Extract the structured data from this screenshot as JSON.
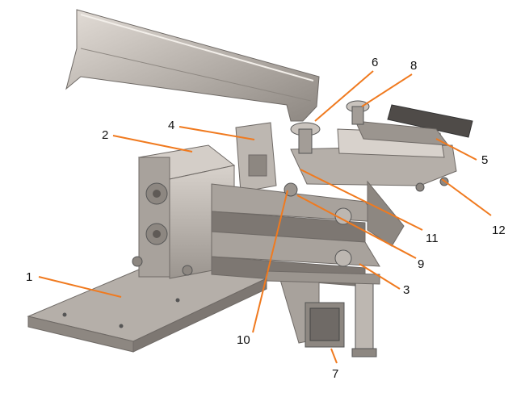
{
  "figure": {
    "kind": "assembly-drawing",
    "leader_color": "#f07a1f",
    "metal_light": "#c9c3bd",
    "metal_mid": "#a39d97",
    "metal_dark": "#6f6a66",
    "callouts": [
      {
        "id": "1",
        "label": "1"
      },
      {
        "id": "2",
        "label": "2"
      },
      {
        "id": "3",
        "label": "3"
      },
      {
        "id": "4",
        "label": "4"
      },
      {
        "id": "5",
        "label": "5"
      },
      {
        "id": "6",
        "label": "6"
      },
      {
        "id": "7",
        "label": "7"
      },
      {
        "id": "8",
        "label": "8"
      },
      {
        "id": "9",
        "label": "9"
      },
      {
        "id": "10",
        "label": "10"
      },
      {
        "id": "11",
        "label": "11"
      },
      {
        "id": "12",
        "label": "12"
      }
    ]
  }
}
